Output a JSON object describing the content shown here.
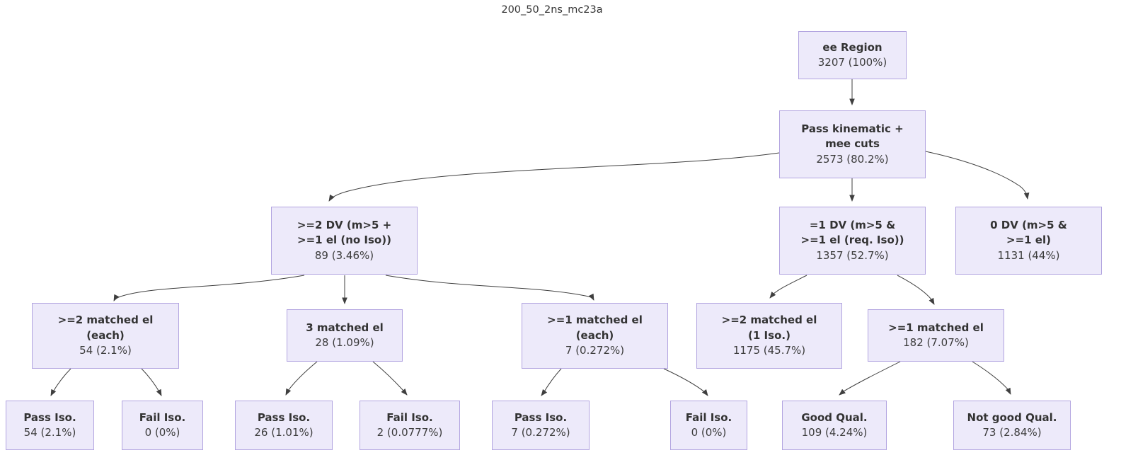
{
  "title": "200_50_2ns_mc23a",
  "colors": {
    "node_fill": "#edeafa",
    "node_border": "#b2a4e0",
    "edge_color": "#3f3f3f",
    "text": "#333333",
    "background": "#ffffff"
  },
  "nodes": {
    "ee_region": {
      "line1": "ee Region",
      "value": "3207 (100%)"
    },
    "pass_kin": {
      "line1": "Pass kinematic +",
      "line2": "mee cuts",
      "value": "2573 (80.2%)"
    },
    "ge2dv": {
      "line1": ">=2 DV (m>5 +",
      "line2": ">=1 el (no Iso))",
      "value": "89 (3.46%)"
    },
    "eq1dv": {
      "line1": "=1 DV (m>5 &",
      "line2": ">=1 el (req. Iso))",
      "value": "1357 (52.7%)"
    },
    "zerodv": {
      "line1": "0 DV (m>5 &",
      "line2": ">=1 el)",
      "value": "1131 (44%)"
    },
    "ge2match_each": {
      "line1": ">=2 matched el",
      "line2": "(each)",
      "value": "54 (2.1%)"
    },
    "match3": {
      "line1": "3 matched el",
      "value": "28 (1.09%)"
    },
    "ge1match_each": {
      "line1": ">=1 matched el",
      "line2": "(each)",
      "value": "7 (0.272%)"
    },
    "ge2match_1iso": {
      "line1": ">=2 matched el",
      "line2": "(1 Iso.)",
      "value": "1175 (45.7%)"
    },
    "ge1match": {
      "line1": ">=1 matched el",
      "value": "182 (7.07%)"
    },
    "pass_iso_a": {
      "line1": "Pass Iso.",
      "value": "54 (2.1%)"
    },
    "fail_iso_a": {
      "line1": "Fail Iso.",
      "value": "0 (0%)"
    },
    "pass_iso_b": {
      "line1": "Pass Iso.",
      "value": "26 (1.01%)"
    },
    "fail_iso_b": {
      "line1": "Fail Iso.",
      "value": "2 (0.0777%)"
    },
    "pass_iso_c": {
      "line1": "Pass Iso.",
      "value": "7 (0.272%)"
    },
    "fail_iso_c": {
      "line1": "Fail Iso.",
      "value": "0 (0%)"
    },
    "good_qual": {
      "line1": "Good Qual.",
      "value": "109 (4.24%)"
    },
    "notgood_qual": {
      "line1": "Not good Qual.",
      "value": "73 (2.84%)"
    }
  },
  "edges": [
    {
      "from": "ee_region",
      "to": "pass_kin"
    },
    {
      "from": "pass_kin",
      "to": "ge2dv"
    },
    {
      "from": "pass_kin",
      "to": "eq1dv"
    },
    {
      "from": "pass_kin",
      "to": "zerodv"
    },
    {
      "from": "ge2dv",
      "to": "ge2match_each"
    },
    {
      "from": "ge2dv",
      "to": "match3"
    },
    {
      "from": "ge2dv",
      "to": "ge1match_each"
    },
    {
      "from": "eq1dv",
      "to": "ge2match_1iso"
    },
    {
      "from": "eq1dv",
      "to": "ge1match"
    },
    {
      "from": "ge2match_each",
      "to": "pass_iso_a"
    },
    {
      "from": "ge2match_each",
      "to": "fail_iso_a"
    },
    {
      "from": "match3",
      "to": "pass_iso_b"
    },
    {
      "from": "match3",
      "to": "fail_iso_b"
    },
    {
      "from": "ge1match_each",
      "to": "pass_iso_c"
    },
    {
      "from": "ge1match_each",
      "to": "fail_iso_c"
    },
    {
      "from": "ge1match",
      "to": "good_qual"
    },
    {
      "from": "ge1match",
      "to": "notgood_qual"
    }
  ]
}
